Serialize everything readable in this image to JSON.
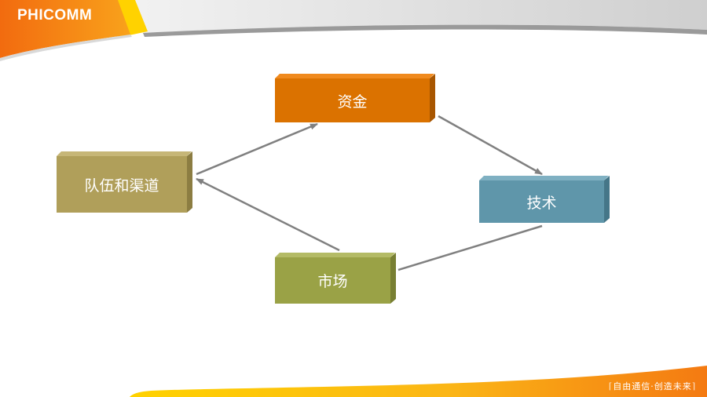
{
  "header": {
    "logo_text": "PHICOMM"
  },
  "diagram": {
    "nodes": [
      {
        "id": "funds",
        "label": "资金",
        "color": "#DB7200"
      },
      {
        "id": "tech",
        "label": "技术",
        "color": "#5F96AA"
      },
      {
        "id": "market",
        "label": "市场",
        "color": "#9AA246"
      },
      {
        "id": "team",
        "label": "队伍和渠道",
        "color": "#B09F5A"
      }
    ],
    "edges": [
      {
        "from": "team",
        "to": "funds"
      },
      {
        "from": "funds",
        "to": "tech"
      },
      {
        "from": "tech",
        "to": "market"
      },
      {
        "from": "market",
        "to": "team"
      }
    ]
  },
  "footer": {
    "slogan": "自由通信·创造未来"
  },
  "colors": {
    "brand_orange": "#F7941D",
    "brand_yellow": "#FFD200",
    "arrow": "#808080"
  }
}
